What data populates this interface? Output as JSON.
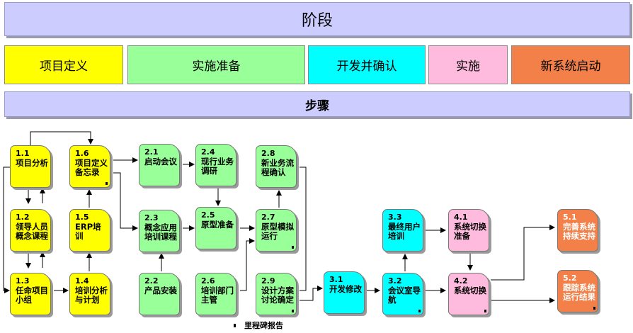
{
  "header": {
    "phase_title": "阶段",
    "steps_title": "步骤"
  },
  "phases": [
    {
      "label": "项目定义",
      "color": "#ffff00"
    },
    {
      "label": "实施准备",
      "color": "#99ff99"
    },
    {
      "label": "开发并确认",
      "color": "#00ffff"
    },
    {
      "label": "实施",
      "color": "#ffbbdd"
    },
    {
      "label": "新系统启动",
      "color": "#f28048"
    }
  ],
  "steps": {
    "s1_1": {
      "num": "1.1",
      "label": "项目分析"
    },
    "s1_2": {
      "num": "1.2",
      "label": "领导人员概念课程"
    },
    "s1_3": {
      "num": "1.3",
      "label": "任命项目小组"
    },
    "s1_4": {
      "num": "1.4",
      "label": "培训分析与计划"
    },
    "s1_5": {
      "num": "1.5",
      "label": "ERP培训"
    },
    "s1_6": {
      "num": "1.6",
      "label": "项目定义备忘录"
    },
    "s2_1": {
      "num": "2.1",
      "label": "启动会议"
    },
    "s2_2": {
      "num": "2.2",
      "label": "产品安装"
    },
    "s2_3": {
      "num": "2.3",
      "label": "概念应用培训课程"
    },
    "s2_4": {
      "num": "2.4",
      "label": "现行业务调研"
    },
    "s2_5": {
      "num": "2.5",
      "label": "原型准备"
    },
    "s2_6": {
      "num": "2.6",
      "label": "培训部门主管"
    },
    "s2_7": {
      "num": "2.7",
      "label": "原型模拟运行"
    },
    "s2_8": {
      "num": "2.8",
      "label": "新业务流程确认"
    },
    "s2_9": {
      "num": "2.9",
      "label": "设计方案讨论确定"
    },
    "s3_1": {
      "num": "3.1",
      "label": "开发修改"
    },
    "s3_2": {
      "num": "3.2",
      "label": "会议室导航"
    },
    "s3_3": {
      "num": "3.3",
      "label": "最终用户培训"
    },
    "s4_1": {
      "num": "4.1",
      "label": "系统切换准备"
    },
    "s4_2": {
      "num": "4.2",
      "label": "系统切换"
    },
    "s5_1": {
      "num": "5.1",
      "label": "完善系统持续支持"
    },
    "s5_2": {
      "num": "5.2",
      "label": "跟踪系统运行结果"
    }
  },
  "legend": {
    "label": "里程碑报告",
    "icon": "milestone-marker-icon"
  }
}
